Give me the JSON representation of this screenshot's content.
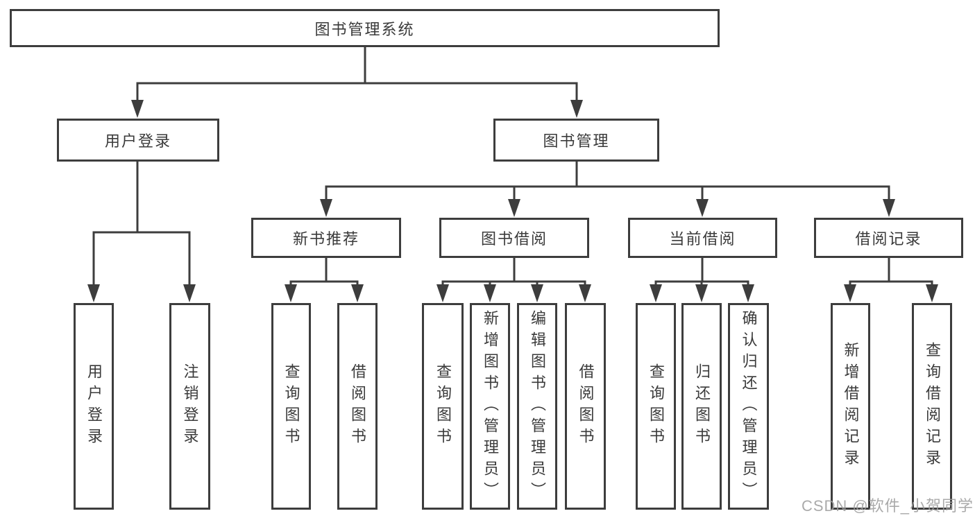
{
  "colors": {
    "line": "#3d3d3d",
    "border": "#3d3d3d",
    "text": "#3a3a3a",
    "background": "#ffffff",
    "watermark": "#9e9e9e"
  },
  "tree": {
    "root": {
      "label": "图书管理系统"
    },
    "branches": [
      {
        "label": "用户登录",
        "children": [
          {
            "label": "用户登录"
          },
          {
            "label": "注销登录"
          }
        ]
      },
      {
        "label": "图书管理",
        "children": [
          {
            "label": "新书推荐",
            "children": [
              {
                "label": "查询图书"
              },
              {
                "label": "借阅图书"
              }
            ]
          },
          {
            "label": "图书借阅",
            "children": [
              {
                "label": "查询图书"
              },
              {
                "label": "新增图书（管理员）"
              },
              {
                "label": "编辑图书（管理员）"
              },
              {
                "label": "借阅图书"
              }
            ]
          },
          {
            "label": "当前借阅",
            "children": [
              {
                "label": "查询图书"
              },
              {
                "label": "归还图书"
              },
              {
                "label": "确认归还（管理员）"
              }
            ]
          },
          {
            "label": "借阅记录",
            "children": [
              {
                "label": "新增借阅记录"
              },
              {
                "label": "查询借阅记录"
              }
            ]
          }
        ]
      }
    ]
  },
  "watermark": {
    "text": "CSDN @软件_小贺同学"
  }
}
